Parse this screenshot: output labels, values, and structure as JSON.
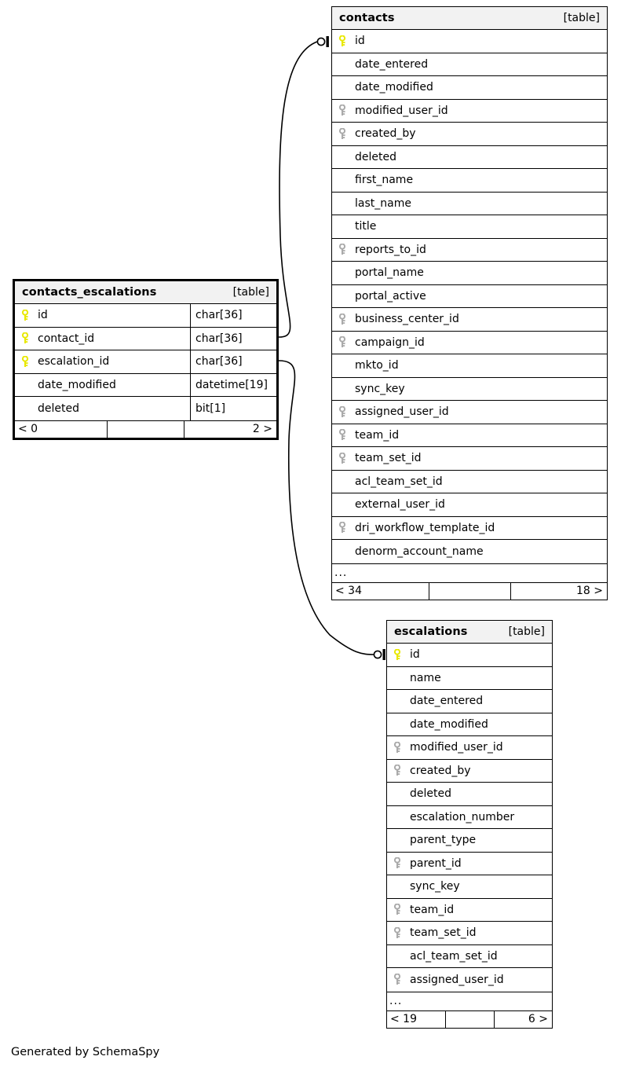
{
  "diagram": {
    "type": "entity-relationship-diagram",
    "credit": "Generated by SchemaSpy",
    "key_legend": {
      "primary_key_color": "#e8e800",
      "foreign_key_color": "#aaaaaa"
    },
    "table_kind_label": "[table]",
    "ellipsis": "..."
  },
  "tables": {
    "contacts_escalations": {
      "name": "contacts_escalations",
      "kind": "[table]",
      "focus": true,
      "columns": [
        {
          "name": "id",
          "type": "char[36]",
          "key": "primary"
        },
        {
          "name": "contact_id",
          "type": "char[36]",
          "key": "primary"
        },
        {
          "name": "escalation_id",
          "type": "char[36]",
          "key": "primary"
        },
        {
          "name": "date_modified",
          "type": "datetime[19]",
          "key": "none"
        },
        {
          "name": "deleted",
          "type": "bit[1]",
          "key": "none"
        }
      ],
      "footer": {
        "left": "< 0",
        "middle": "",
        "right": "2 >"
      }
    },
    "contacts": {
      "name": "contacts",
      "kind": "[table]",
      "focus": false,
      "columns": [
        {
          "name": "id",
          "key": "primary"
        },
        {
          "name": "date_entered",
          "key": "none"
        },
        {
          "name": "date_modified",
          "key": "none"
        },
        {
          "name": "modified_user_id",
          "key": "foreign"
        },
        {
          "name": "created_by",
          "key": "foreign"
        },
        {
          "name": "deleted",
          "key": "none"
        },
        {
          "name": "first_name",
          "key": "none"
        },
        {
          "name": "last_name",
          "key": "none"
        },
        {
          "name": "title",
          "key": "none"
        },
        {
          "name": "reports_to_id",
          "key": "foreign"
        },
        {
          "name": "portal_name",
          "key": "none"
        },
        {
          "name": "portal_active",
          "key": "none"
        },
        {
          "name": "business_center_id",
          "key": "foreign"
        },
        {
          "name": "campaign_id",
          "key": "foreign"
        },
        {
          "name": "mkto_id",
          "key": "none"
        },
        {
          "name": "sync_key",
          "key": "none"
        },
        {
          "name": "assigned_user_id",
          "key": "foreign"
        },
        {
          "name": "team_id",
          "key": "foreign"
        },
        {
          "name": "team_set_id",
          "key": "foreign"
        },
        {
          "name": "acl_team_set_id",
          "key": "none"
        },
        {
          "name": "external_user_id",
          "key": "none"
        },
        {
          "name": "dri_workflow_template_id",
          "key": "foreign"
        },
        {
          "name": "denorm_account_name",
          "key": "none"
        }
      ],
      "has_more": true,
      "footer": {
        "left": "< 34",
        "middle": "",
        "right": "18 >"
      }
    },
    "escalations": {
      "name": "escalations",
      "kind": "[table]",
      "focus": false,
      "columns": [
        {
          "name": "id",
          "key": "primary"
        },
        {
          "name": "name",
          "key": "none"
        },
        {
          "name": "date_entered",
          "key": "none"
        },
        {
          "name": "date_modified",
          "key": "none"
        },
        {
          "name": "modified_user_id",
          "key": "foreign"
        },
        {
          "name": "created_by",
          "key": "foreign"
        },
        {
          "name": "deleted",
          "key": "none"
        },
        {
          "name": "escalation_number",
          "key": "none"
        },
        {
          "name": "parent_type",
          "key": "none"
        },
        {
          "name": "parent_id",
          "key": "foreign"
        },
        {
          "name": "sync_key",
          "key": "none"
        },
        {
          "name": "team_id",
          "key": "foreign"
        },
        {
          "name": "team_set_id",
          "key": "foreign"
        },
        {
          "name": "acl_team_set_id",
          "key": "none"
        },
        {
          "name": "assigned_user_id",
          "key": "foreign"
        }
      ],
      "has_more": true,
      "footer": {
        "left": "< 19",
        "middle": "",
        "right": "6 >"
      }
    }
  },
  "relationships": [
    {
      "from_table": "contacts_escalations",
      "from_column": "contact_id",
      "to_table": "contacts",
      "to_column": "id",
      "notation": "zero-or-one"
    },
    {
      "from_table": "contacts_escalations",
      "from_column": "escalation_id",
      "to_table": "escalations",
      "to_column": "id",
      "notation": "zero-or-one"
    }
  ]
}
